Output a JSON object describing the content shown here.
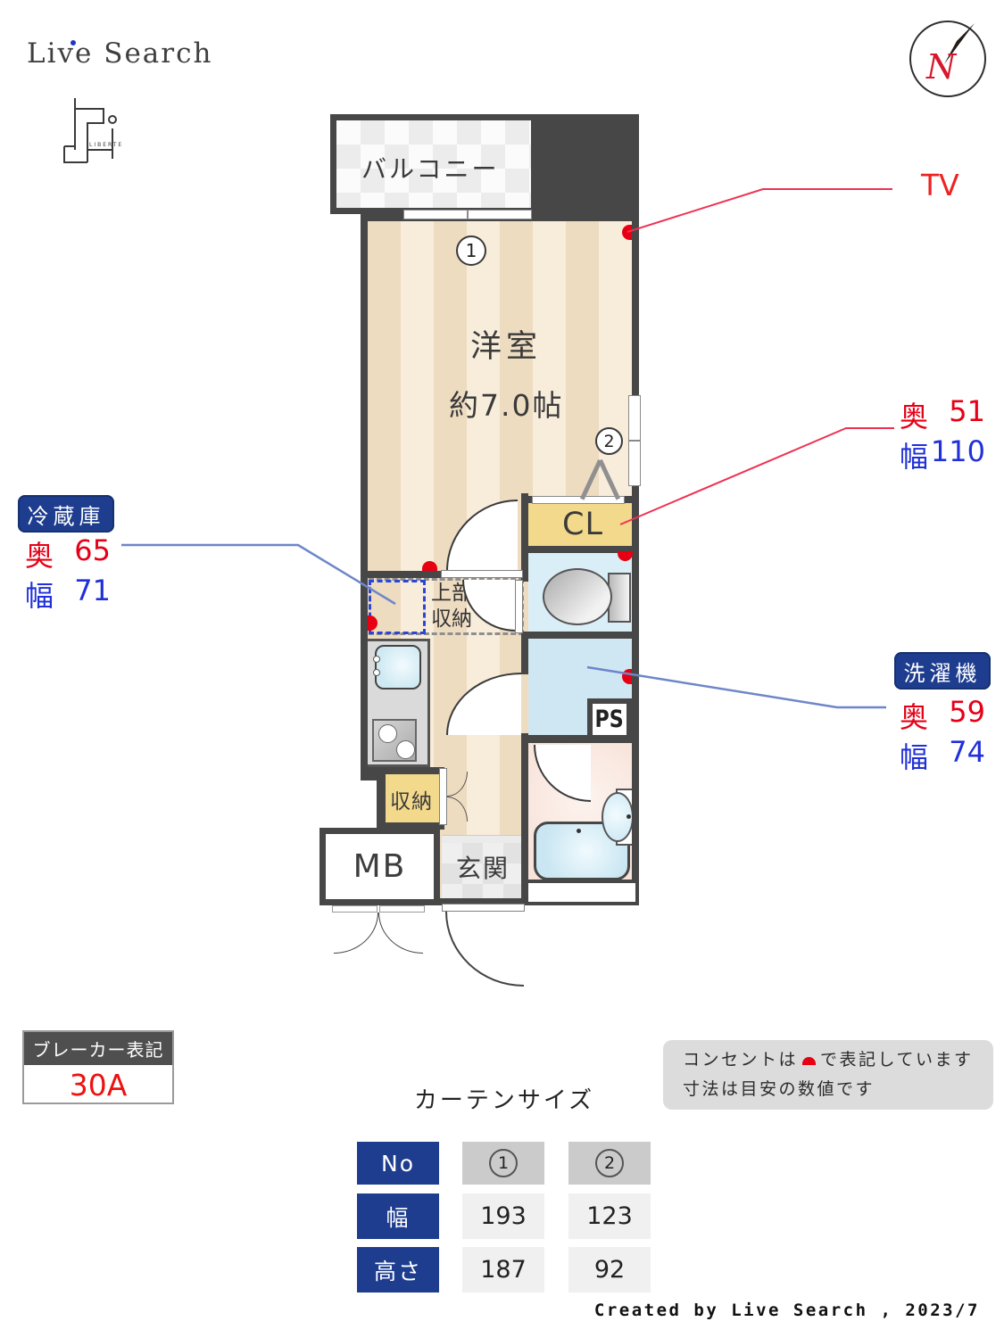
{
  "header": {
    "brand": "Live Search",
    "logo_caption": "LIBERTE"
  },
  "compass": {
    "letter": "N"
  },
  "plan": {
    "balcony": "バルコニー",
    "room_name": "洋室",
    "room_size": "約7.0帖",
    "closet": "CL",
    "pipe_space": "PS",
    "meter_box": "MB",
    "entrance": "玄関",
    "storage": "収納",
    "upper_storage_line1": "上部",
    "upper_storage_line2": "収納"
  },
  "markers": {
    "window1": "1",
    "window2": "2"
  },
  "annotations": {
    "tv": "TV",
    "fridge": {
      "title": "冷蔵庫",
      "depth_label": "奥",
      "depth_value": "65",
      "width_label": "幅",
      "width_value": "71"
    },
    "closet_dims": {
      "depth_label": "奥",
      "depth_value": "51",
      "width_label": "幅",
      "width_value": "110"
    },
    "washer": {
      "title": "洗濯機",
      "depth_label": "奥",
      "depth_value": "59",
      "width_label": "幅",
      "width_value": "74"
    }
  },
  "breaker": {
    "title": "ブレーカー表記",
    "value": "30A"
  },
  "note": {
    "line1_pre": "コンセントは",
    "line1_post": "で表記しています",
    "line2": "寸法は目安の数値です"
  },
  "curtain": {
    "title": "カーテンサイズ",
    "headers": {
      "no": "No",
      "width": "幅",
      "height": "高さ"
    },
    "col1": {
      "no": "1",
      "width": "193",
      "height": "187"
    },
    "col2": {
      "no": "2",
      "width": "123",
      "height": "92"
    }
  },
  "footer": {
    "credit": "Created by Live Search , 2023/7"
  },
  "colors": {
    "wall": "#474747",
    "navy": "#1e3d8f",
    "accent_red": "#e60017",
    "accent_blue": "#2030d8",
    "outlet_red": "#e60012"
  }
}
